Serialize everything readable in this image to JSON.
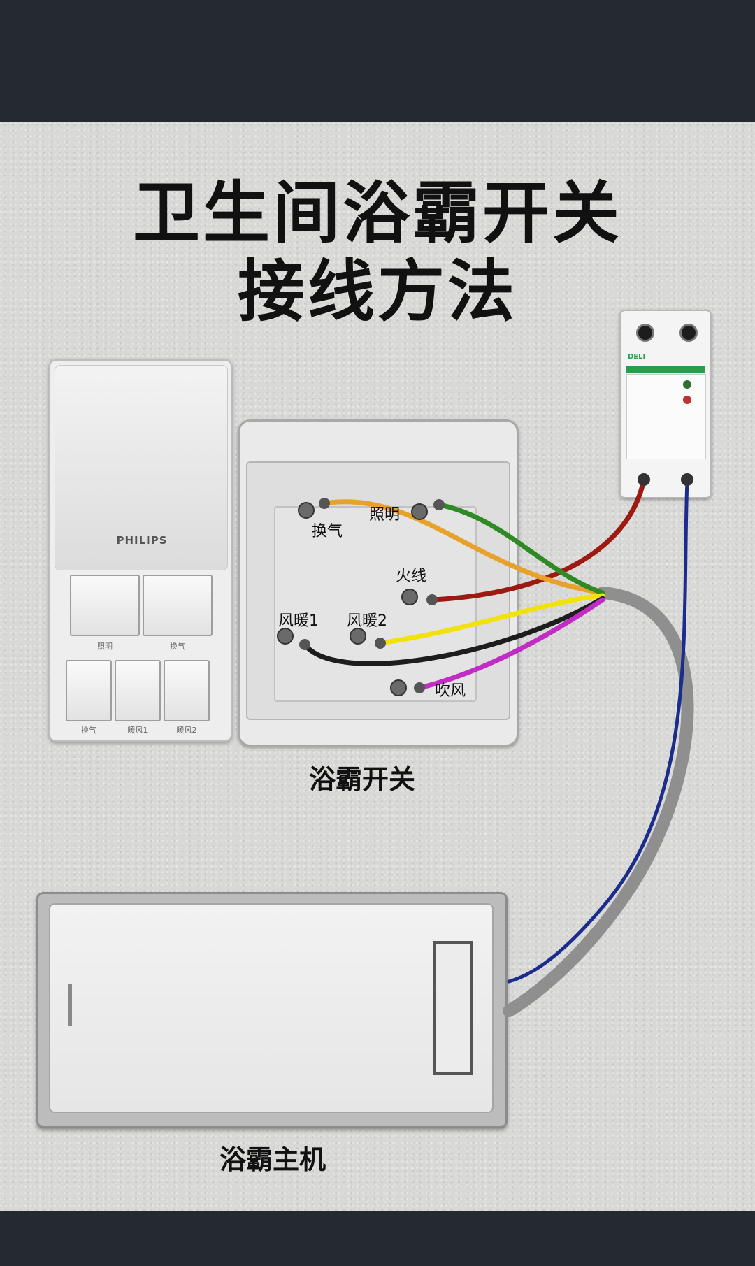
{
  "title": {
    "line1": "卫生间浴霸开关",
    "line2": "接线方法"
  },
  "philips_switch": {
    "brand": "PHILIPS",
    "row1_labels": [
      "照明",
      "换气"
    ],
    "row2_labels": [
      "换气",
      "暖风1",
      "暖风2"
    ]
  },
  "bath_switch": {
    "caption": "浴霸开关",
    "terminals": {
      "ventilation": "换气",
      "lighting": "照明",
      "live": "火线",
      "heat1": "风暖1",
      "heat2": "风暖2",
      "blow": "吹风"
    }
  },
  "breaker": {
    "brand": "DELI",
    "color_accent": "#2e9b4a"
  },
  "heater": {
    "caption": "浴霸主机"
  },
  "wire_colors": {
    "orange": "#e8a12a",
    "green": "#2f8a25",
    "red": "#9c1a12",
    "yellow": "#f2e20c",
    "black": "#1d1d1d",
    "magenta": "#c02cc4",
    "blue": "#1c2c8c",
    "cable_gray": "#8f8f8f"
  }
}
